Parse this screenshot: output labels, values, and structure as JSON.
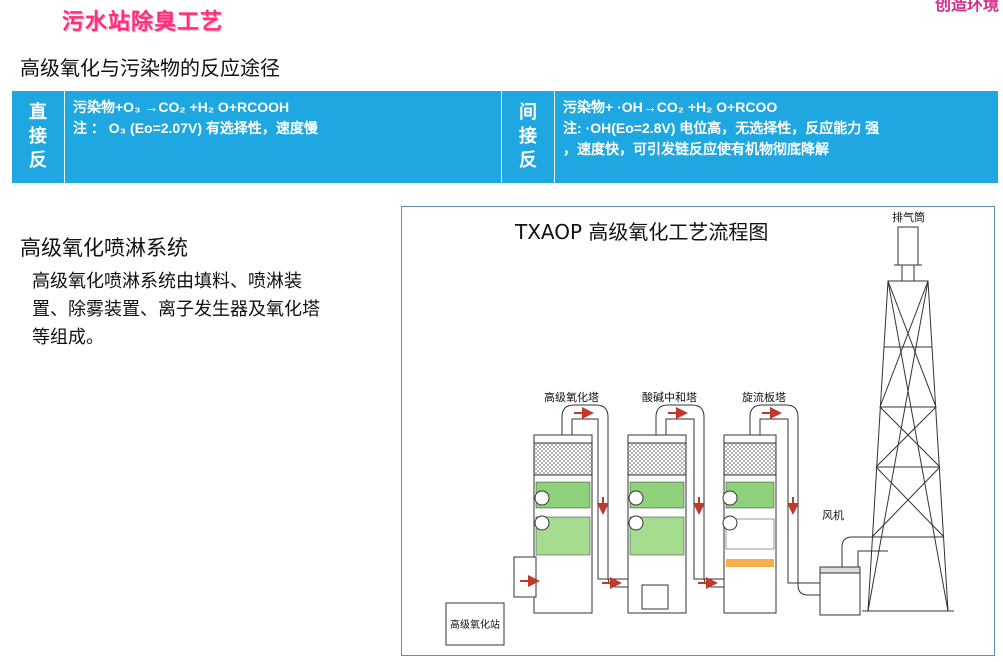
{
  "header": {
    "title": "污水站除臭工艺",
    "brand": "创造环境"
  },
  "subtitle": "高级氧化与污染物的反应途径",
  "reaction_band": {
    "direct": {
      "label": [
        "直",
        "接",
        "反"
      ],
      "line1": "污染物+O₃ →CO₂ +H₂ O+RCOOH",
      "line2": "注 ： O₃ (Eo=2.07V) 有选择性，速度慢"
    },
    "indirect": {
      "label": [
        "间",
        "接",
        "反"
      ],
      "line1": "污染物+ ·OH→CO₂ +H₂ O+RCOO",
      "line2": "注: ·OH(Eo=2.8V) 电位高，无选择性，反应能力 强",
      "line3": "，速度快，可引发链反应使有机物彻底降解"
    }
  },
  "section": {
    "title": "高级氧化喷淋系统",
    "body": "高级氧化喷淋系统由填料、喷淋装置、除雾装置、离子发生器及氧化塔等组成。"
  },
  "diagram": {
    "title": "TXAOP 高级氧化工艺流程图",
    "labels": {
      "tower1": "高级氧化塔",
      "tower2": "酸碱中和塔",
      "tower3": "旋流板塔",
      "fan": "风机",
      "stack": "排气筒",
      "station": "高级氧化站"
    }
  }
}
